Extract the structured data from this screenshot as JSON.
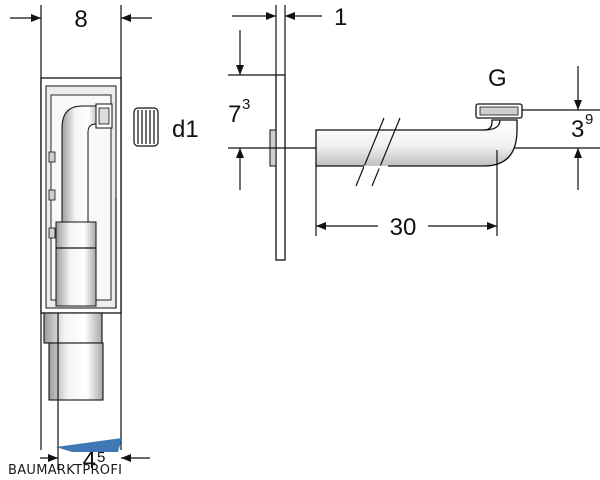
{
  "labels": {
    "width_left": "8",
    "thickness": "1",
    "height_base": "7",
    "height_sup": "3",
    "diameter": "d1",
    "thread": "G",
    "depth_base": "3",
    "depth_sup": "9",
    "length": "30",
    "bottom_width": "4",
    "bottom_width_2": "5"
  },
  "watermark": {
    "text": "BAUMARKTPROFI",
    "accent": "#1f5fa8"
  },
  "colors": {
    "line": "#111111",
    "part_fill": "#ffffff",
    "part_shade": "#d9d9d9"
  }
}
